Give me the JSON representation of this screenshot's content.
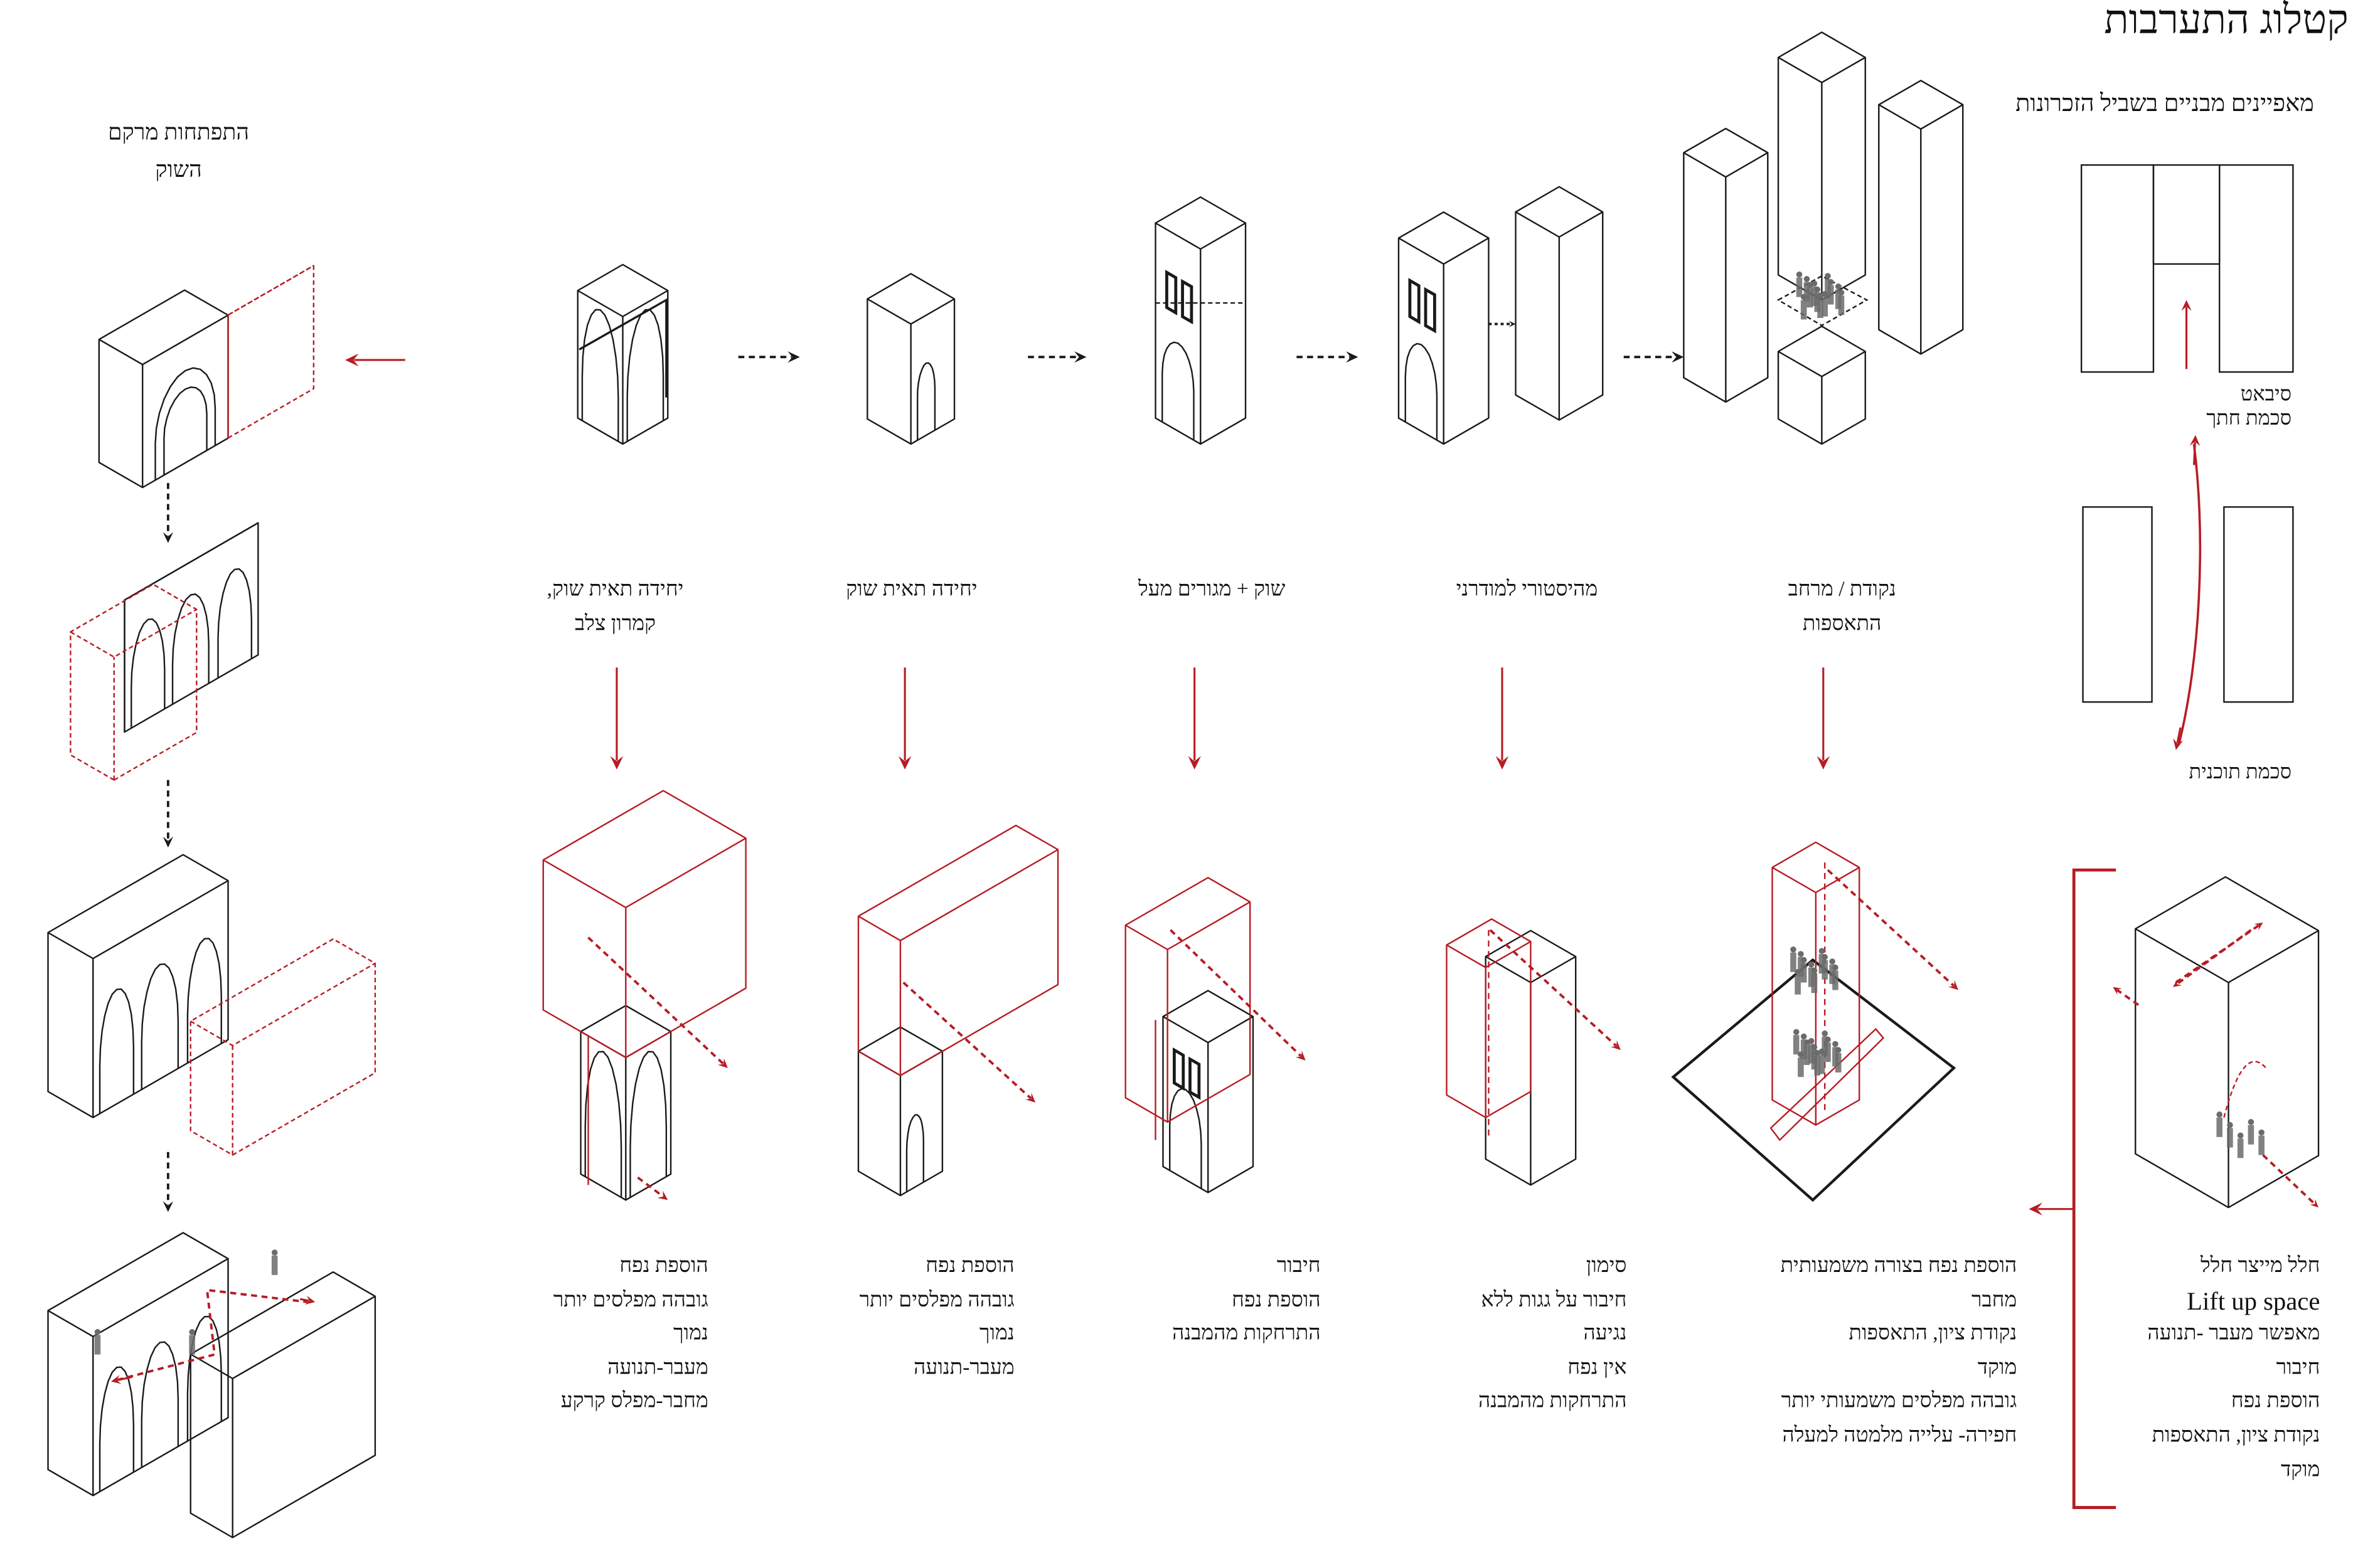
{
  "title": "קטלוג התערבות",
  "subtitle": "מאפיינים מבניים בשביל הזכרונות",
  "left_heading": [
    "התפתחות מרקם",
    "השוק"
  ],
  "section_schema": [
    "סיבאט",
    "סכמת חתך"
  ],
  "plan_schema": "סכמת תוכנית",
  "stage_labels": [
    [
      "יחידה תאית  שוק,",
      "קמרון צלב"
    ],
    [
      "יחידה תאית  שוק"
    ],
    [
      "שוק + מגורים מעל"
    ],
    [
      "מהיסטורי למודרני"
    ],
    [
      "נקודת / מרחב",
      "התאספות"
    ]
  ],
  "intervention_notes": [
    [
      "הוספת נפח",
      "גובהה מפלסים יותר",
      "נמוך",
      "מעבר-תנועה",
      "מחבר-מפלס קרקע"
    ],
    [
      "הוספת נפח",
      "גובהה מפלסים יותר",
      "נמוך",
      "מעבר-תנועה"
    ],
    [
      "חיבור",
      "הוספת נפח",
      "התרחקות מהמבנה"
    ],
    [
      "סימון",
      "חיבור על גגות ללא",
      "נגיעה",
      "אין נפח",
      "התרחקות מהמבנה"
    ],
    [
      "הוספת נפח בצורה משמעותית",
      "מחבר",
      "נקודת ציון, התאספות",
      "מוקד",
      "גובהה מפלסים משמעותי יותר",
      "חפירה- עלייה מלמטה למעלה"
    ],
    [
      "חלל מייצר חלל",
      "Lift up space",
      "מאפשר מעבר -תנועה",
      "חיבור",
      "הוספת נפח",
      "נקודת ציון, התאספות",
      "מוקד"
    ]
  ],
  "colors": {
    "accent_red": "#b71c24",
    "line": "#1a1a1a",
    "people": "#6b6b6b"
  }
}
